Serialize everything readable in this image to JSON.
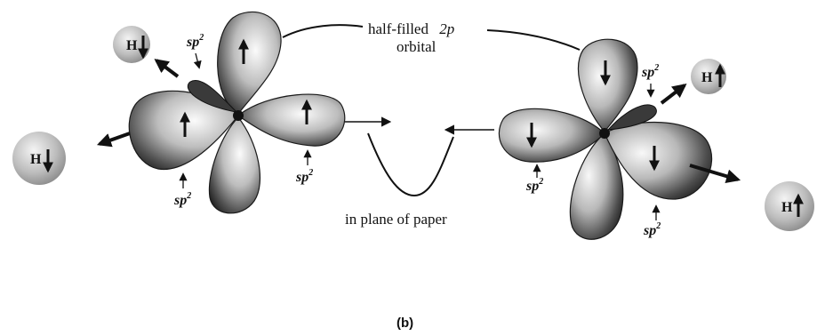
{
  "labels": {
    "half_filled_line1": "half-filled",
    "half_filled_2p": "2p",
    "half_filled_line2": "orbital",
    "in_plane": "in plane of paper",
    "sp2": "sp",
    "sp2_sup": "2",
    "hydrogen": "H",
    "caption": "(b)"
  },
  "spins": {
    "left_molecule_hydrogens": "down",
    "right_molecule_hydrogens": "up",
    "left_molecule_lobes": "up",
    "right_molecule_lobes": "down"
  },
  "colors": {
    "lobe_dark": "#2a2a2a",
    "lobe_light": "#f2f2f2",
    "ink": "#111111"
  }
}
